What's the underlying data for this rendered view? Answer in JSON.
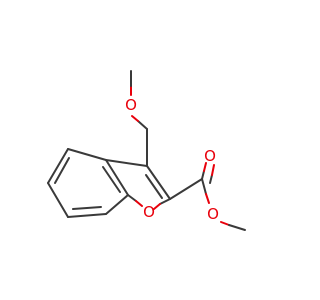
{
  "molecule": {
    "atoms": {
      "o_ring": {
        "symbol": "O"
      },
      "o_ether": {
        "symbol": "O"
      },
      "o_carbonyl": {
        "symbol": "O"
      },
      "o_ester": {
        "symbol": "O"
      }
    },
    "colors": {
      "bond": "#3a3a3a",
      "heteroatom": "#e8000b"
    }
  }
}
